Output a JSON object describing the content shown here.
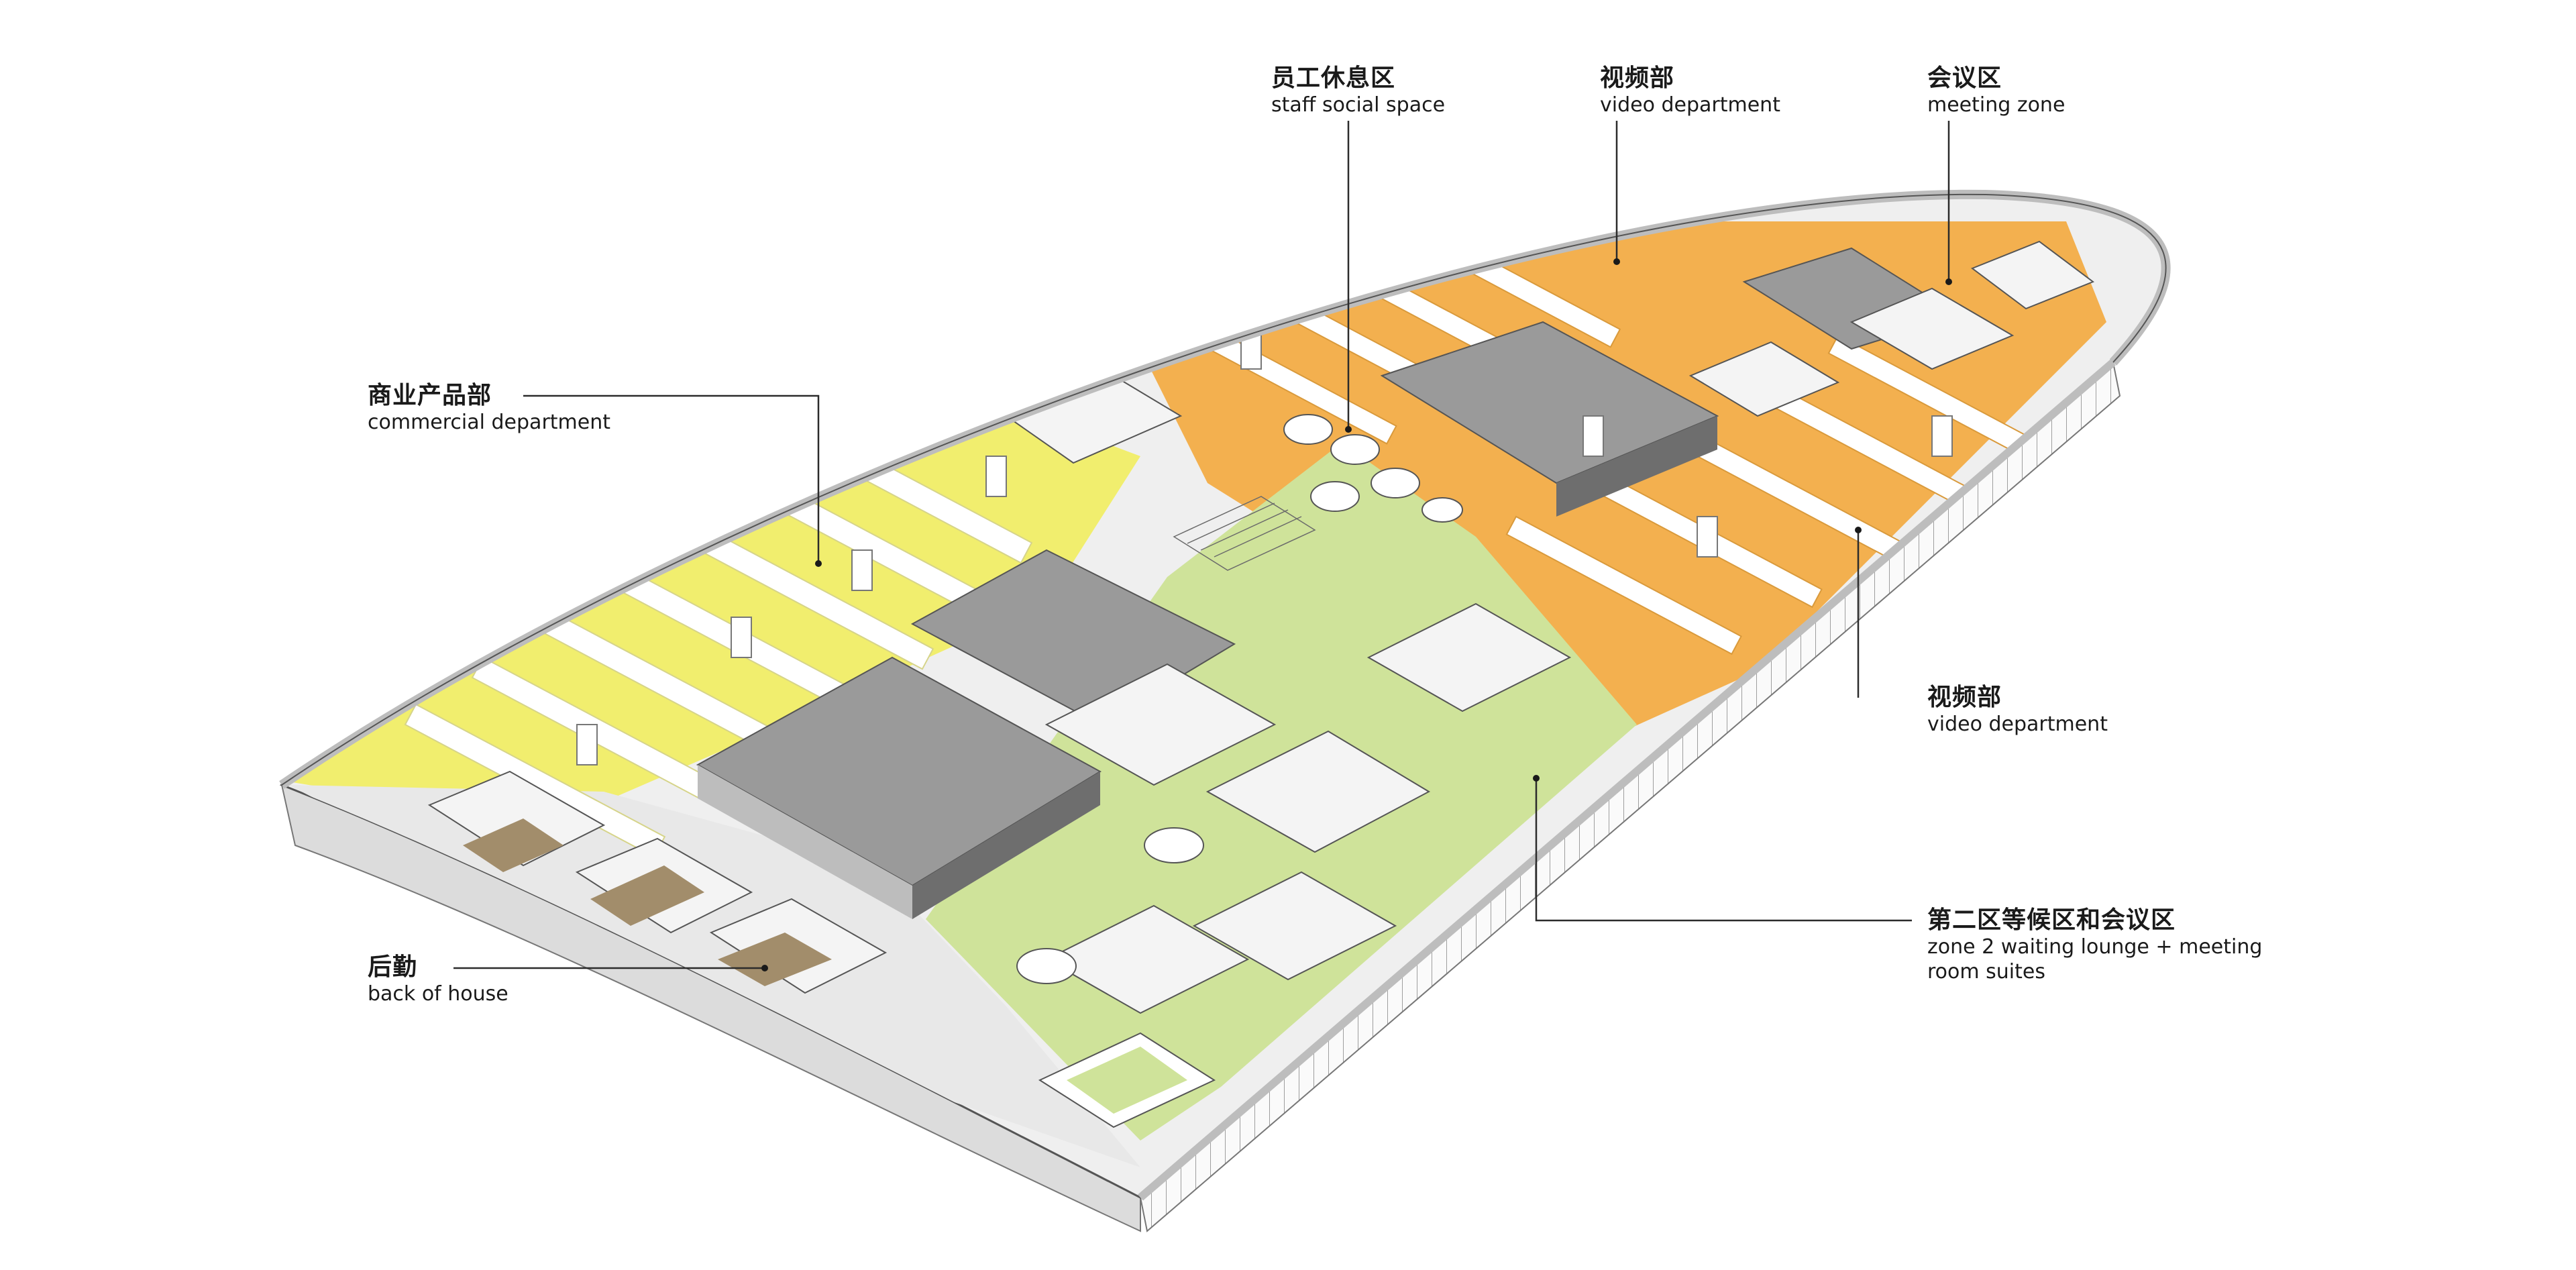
{
  "labels": {
    "staff_social": {
      "zh": "员工休息区",
      "en": "staff social space"
    },
    "video_top": {
      "zh": "视频部",
      "en": "video department"
    },
    "meeting": {
      "zh": "会议区",
      "en": "meeting zone"
    },
    "commercial": {
      "zh": "商业产品部",
      "en": "commercial department"
    },
    "video_right": {
      "zh": "视频部",
      "en": "video department"
    },
    "zone2": {
      "zh": "第二区等候区和会议区",
      "en_line1": "zone 2 waiting lounge + meeting",
      "en_line2": "room suites"
    },
    "back_of_house": {
      "zh": "后勤",
      "en": "back of house"
    }
  },
  "colors": {
    "commercial": "#f1ee6e",
    "video": "#f3b04f",
    "lounge": "#cfe39a",
    "core": "#9a9a9a",
    "back_of_house": "#a28d6b",
    "wall": "#f2f2f2"
  }
}
